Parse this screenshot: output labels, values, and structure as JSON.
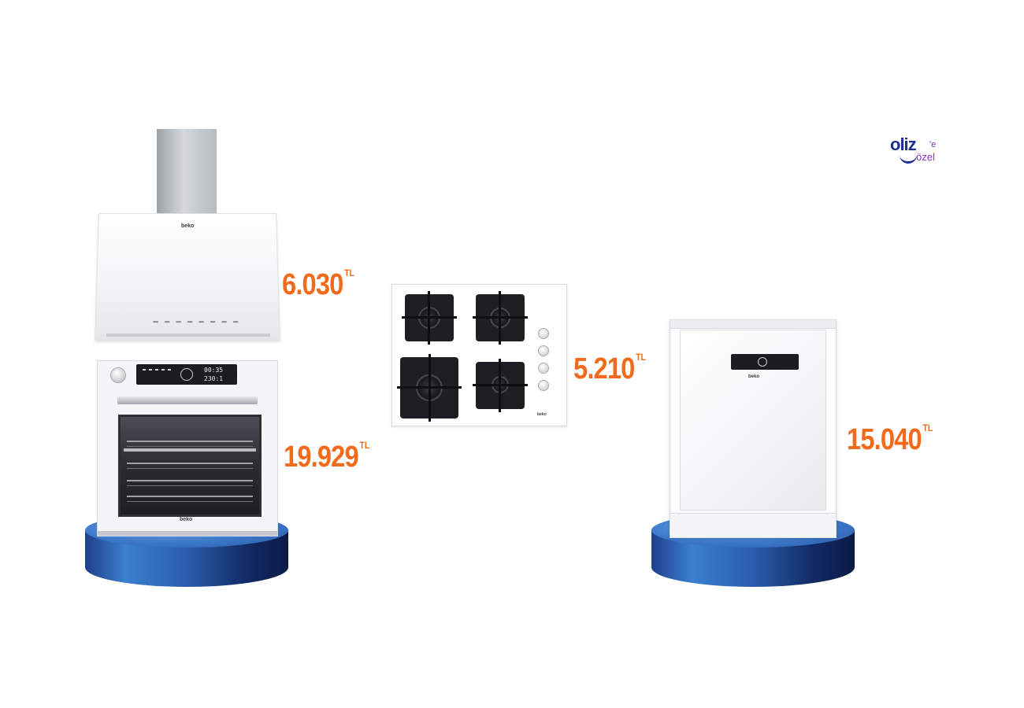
{
  "brand_logo": {
    "main": "oliz",
    "suffix": "'e",
    "sub": "özel",
    "colors": {
      "main": "#1f2f8e",
      "accent": "#8b34c9"
    }
  },
  "products": {
    "hood": {
      "brand": "beko",
      "price": "6.030",
      "currency": "TL"
    },
    "oven": {
      "brand": "beko",
      "price": "19.929",
      "currency": "TL",
      "display_line1": "00:35",
      "display_line2": "230:1"
    },
    "hob": {
      "brand": "beko",
      "price": "5.210",
      "currency": "TL"
    },
    "dishwasher": {
      "brand": "beko",
      "price": "15.040",
      "currency": "TL"
    }
  },
  "colors": {
    "price": "#f26a1b",
    "pedestal": "#2a5cae",
    "background": "#ffffff"
  }
}
